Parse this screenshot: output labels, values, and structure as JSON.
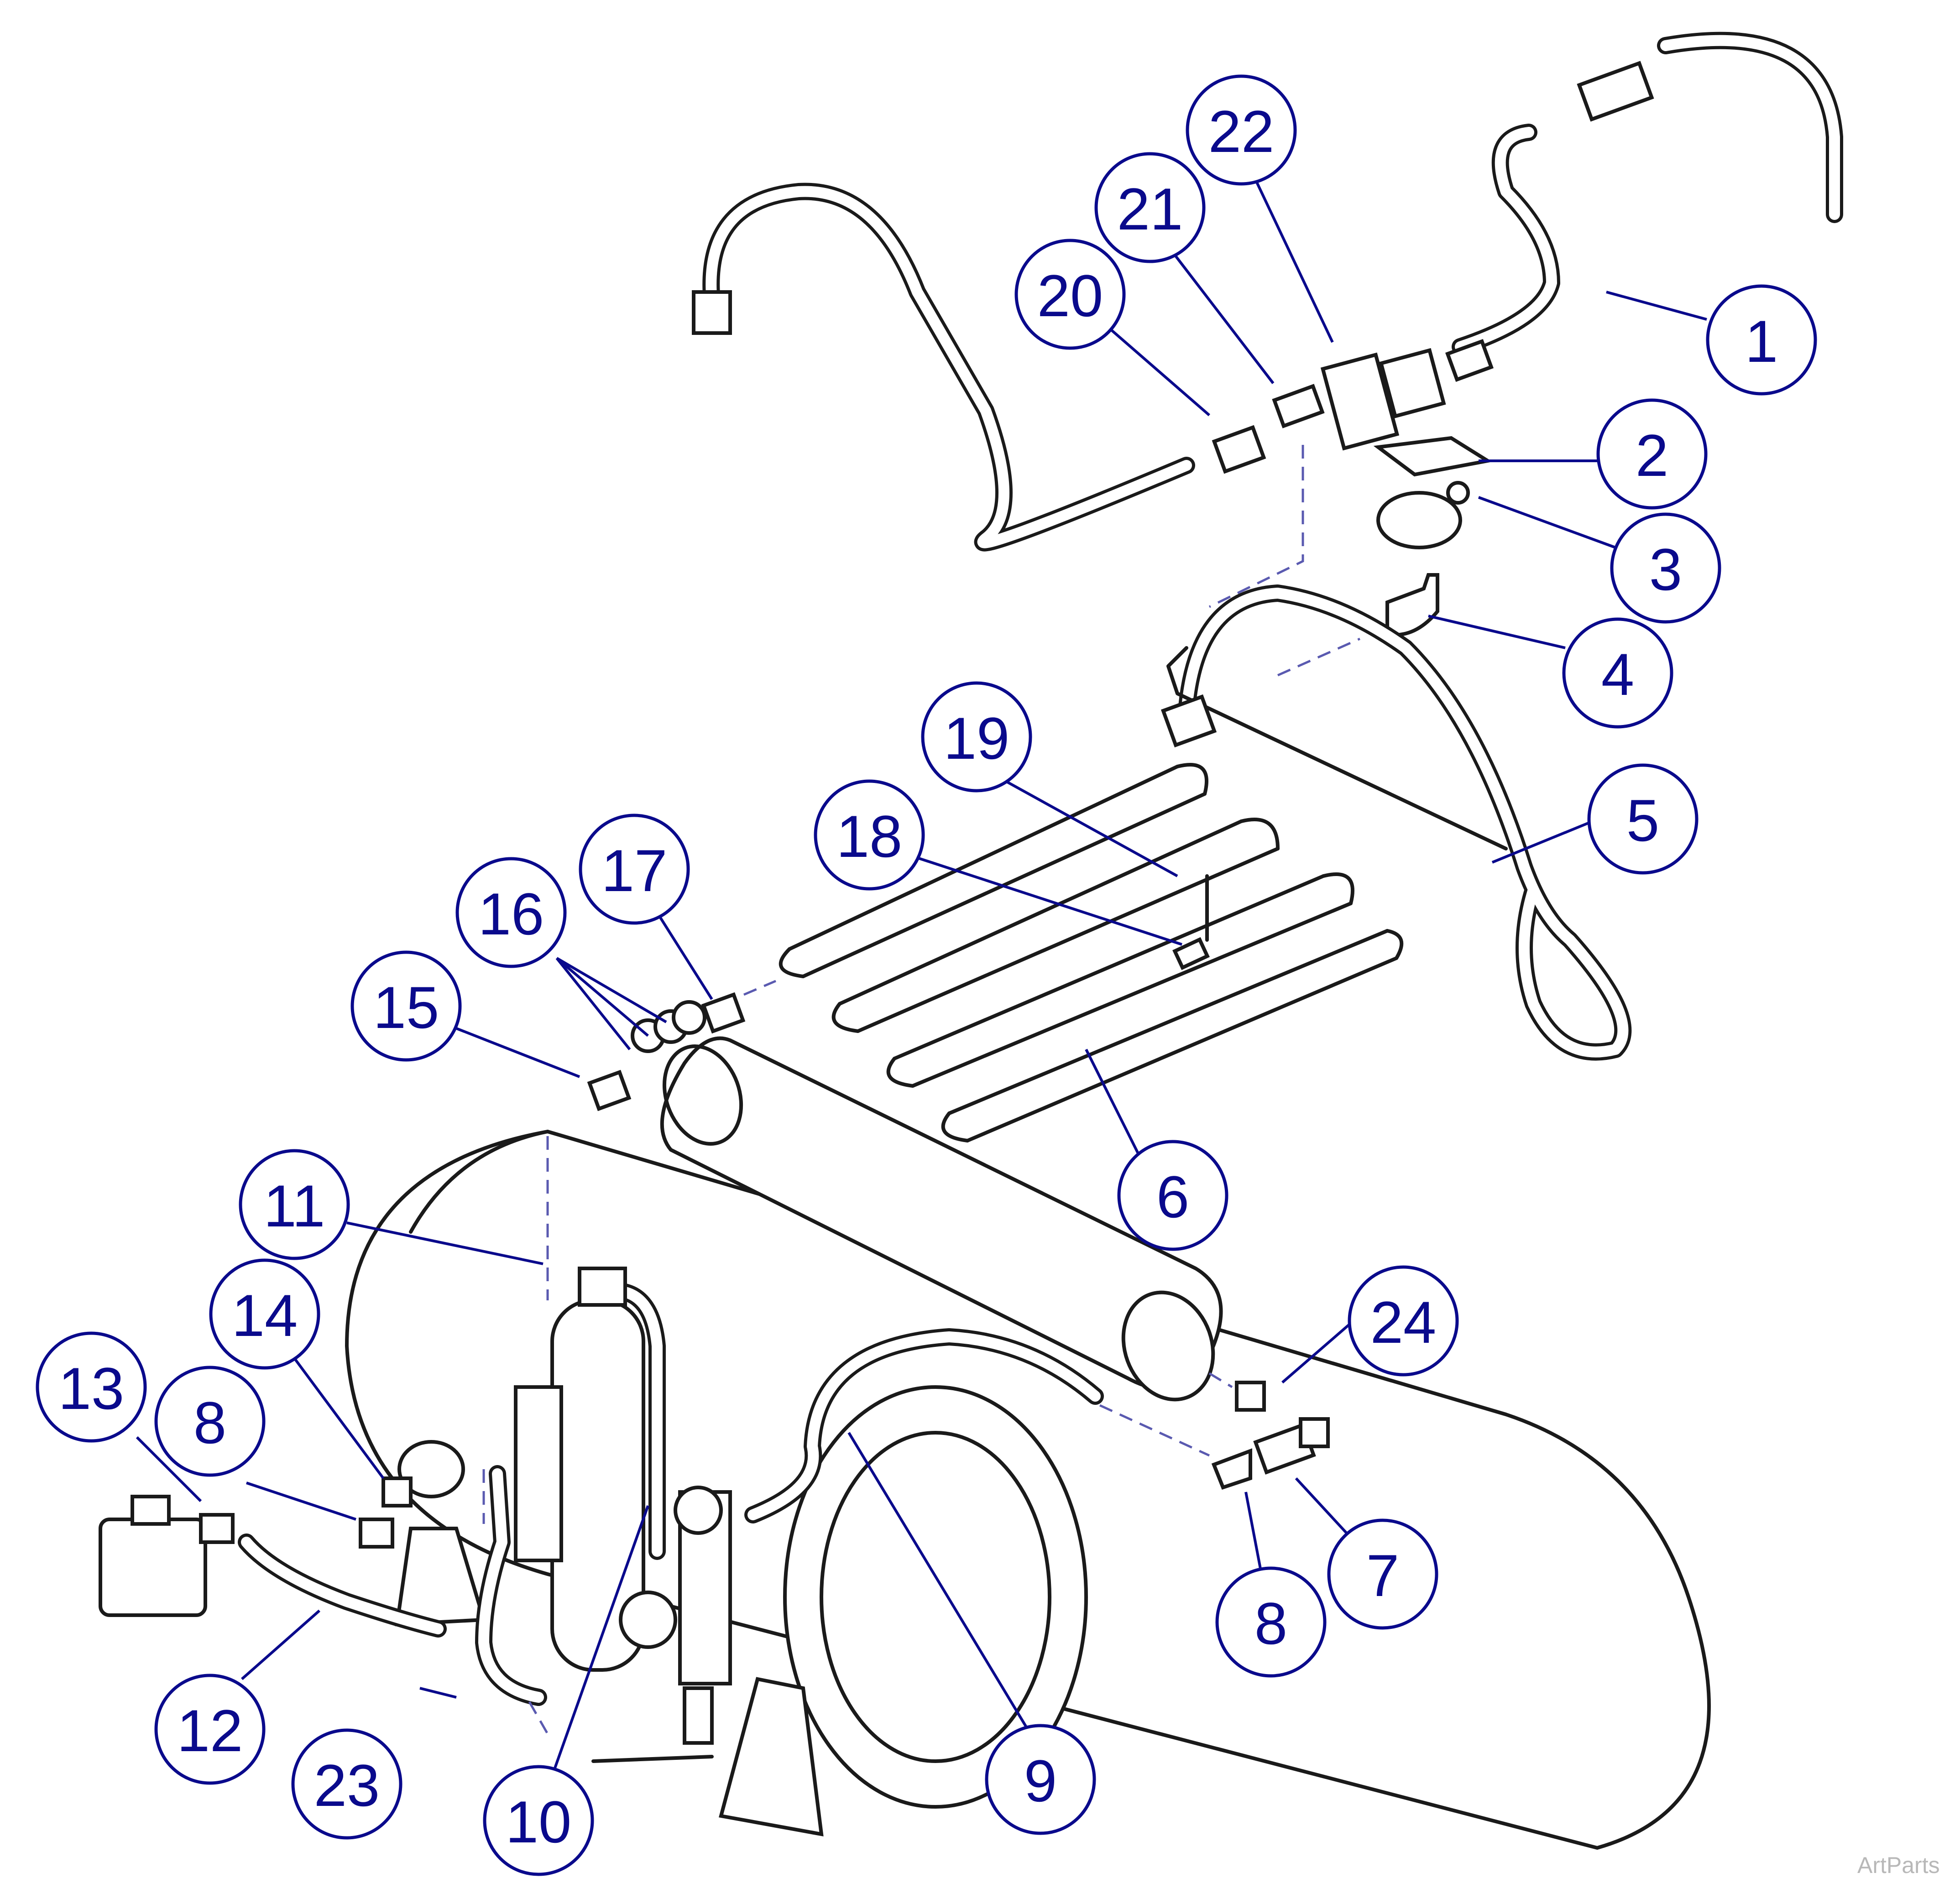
{
  "diagram": {
    "callouts": [
      {
        "label": "1"
      },
      {
        "label": "2"
      },
      {
        "label": "3"
      },
      {
        "label": "4"
      },
      {
        "label": "5"
      },
      {
        "label": "6"
      },
      {
        "label": "7"
      },
      {
        "label": "8"
      },
      {
        "label": "8"
      },
      {
        "label": "9"
      },
      {
        "label": "10"
      },
      {
        "label": "11"
      },
      {
        "label": "12"
      },
      {
        "label": "13"
      },
      {
        "label": "14"
      },
      {
        "label": "15"
      },
      {
        "label": "16"
      },
      {
        "label": "17"
      },
      {
        "label": "18"
      },
      {
        "label": "19"
      },
      {
        "label": "20"
      },
      {
        "label": "21"
      },
      {
        "label": "22"
      },
      {
        "label": "23"
      },
      {
        "label": "24"
      }
    ],
    "watermark": "ArtParts",
    "colors": {
      "callout": "#0a0a8c",
      "line_art": "#1a1a1a",
      "dashed_guide": "#5a5ab0",
      "background": "#ffffff"
    }
  }
}
